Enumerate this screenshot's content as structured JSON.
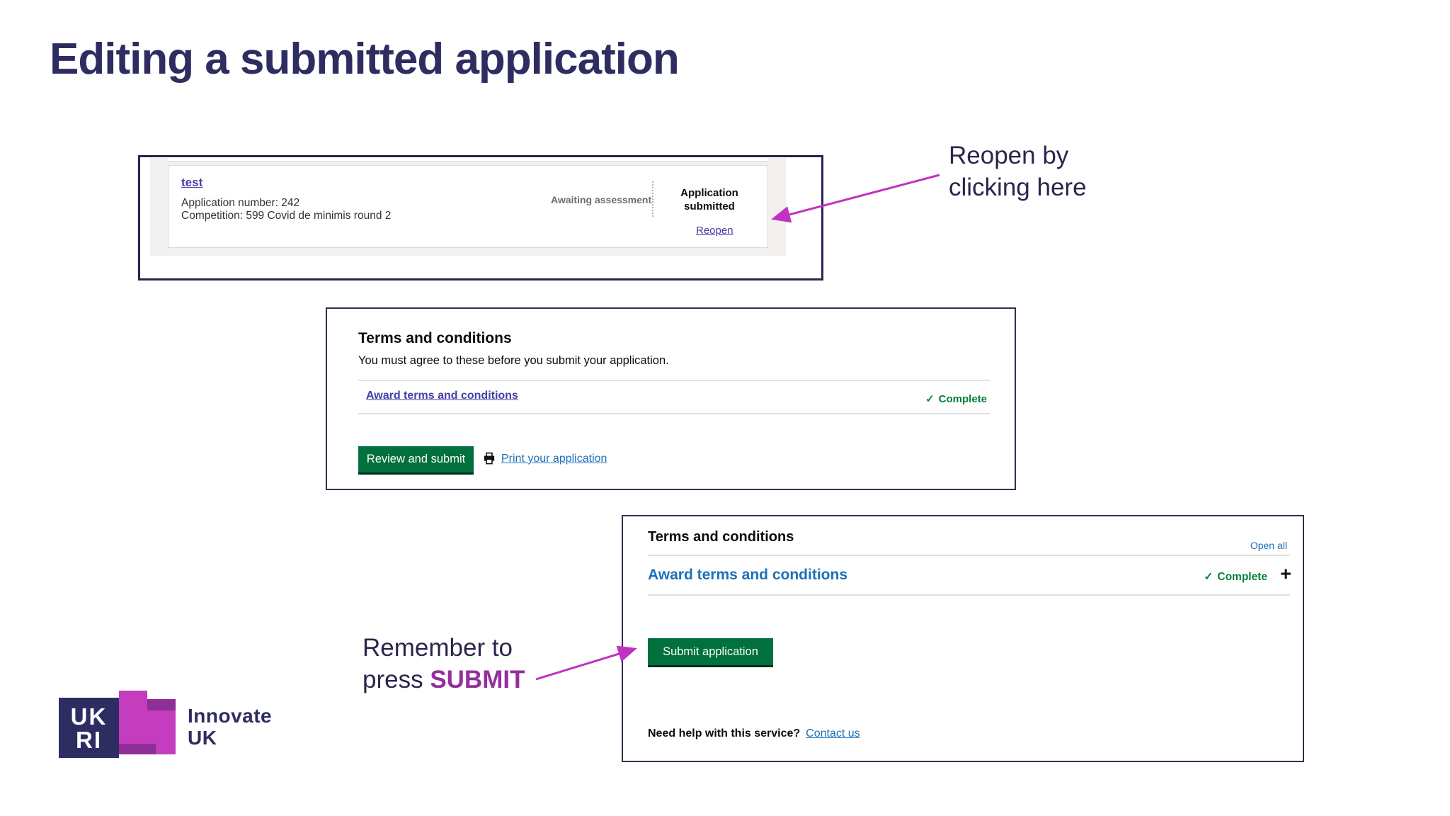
{
  "slide": {
    "title": "Editing a submitted application",
    "annotation_reopen": "Reopen by clicking here",
    "annotation_submit_line1": "Remember to",
    "annotation_submit_line2_prefix": "press ",
    "annotation_submit_line2_bold": "SUBMIT"
  },
  "dashboard_card": {
    "project_link": "test",
    "application_number": "Application number: 242",
    "competition": "Competition: 599 Covid de minimis round 2",
    "status_label": "Awaiting assessment",
    "status_badge": "Application submitted",
    "reopen_link": "Reopen"
  },
  "terms_panel": {
    "heading": "Terms and conditions",
    "subheading": "You must agree to these before you submit your application.",
    "section_link": "Award terms and conditions",
    "check_icon": "✓",
    "status": "Complete",
    "review_button": "Review and submit",
    "print_link": "Print your application"
  },
  "submit_panel": {
    "heading": "Terms and conditions",
    "open_all_link": "Open all",
    "section_link": "Award terms and conditions",
    "check_icon": "✓",
    "status": "Complete",
    "plus_icon": "+",
    "submit_button": "Submit application",
    "help_text": "Need help with this service?",
    "contact_link": "Contact us"
  },
  "logo": {
    "block_top": "UK",
    "block_bottom": "RI",
    "brand_top": "Innovate",
    "brand_bottom": "UK"
  },
  "colors": {
    "title_navy": "#2e2d62",
    "annotation_navy": "#29264d",
    "arrow_magenta": "#c232c2",
    "submit_purple": "#93309c",
    "button_green": "#00703c",
    "status_green": "#007f3b",
    "link_blue": "#1d70b8",
    "link_purple": "#453ea6",
    "logo_magenta": "#c33dbe",
    "logo_dark_purple": "#8d2f96"
  }
}
